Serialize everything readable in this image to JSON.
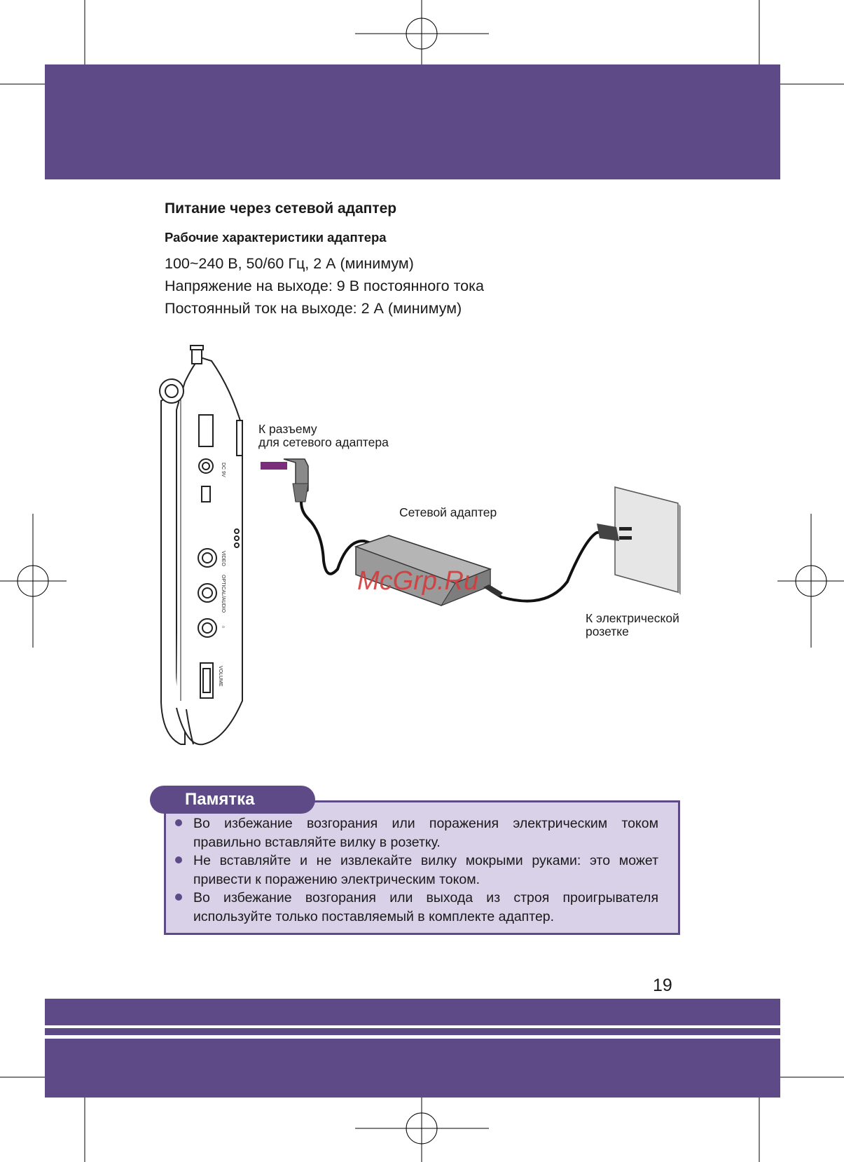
{
  "header_band_color": "#5e4a87",
  "section": {
    "title": "Питание через сетевой адаптер",
    "subtitle": "Рабочие характеристики адаптера",
    "specs": [
      "100~240 В, 50/60 Гц, 2 А (минимум)",
      "Напряжение на выходе: 9 В постоянного тока",
      "Постоянный ток на выходе: 2 А (минимум)"
    ]
  },
  "diagram": {
    "label_connector_line1": "К разъему",
    "label_connector_line2": "для сетевого адаптера",
    "label_adapter": "Сетевой адаптер",
    "label_outlet_line1": "К электрической",
    "label_outlet_line2": "розетке",
    "device_labels": {
      "dc_in": "DC 9V",
      "video": "VIDEO",
      "optical_audio": "OPTICAL/AUDIO",
      "headphones": "∩",
      "volume": "VOLUME"
    },
    "watermark": "McGrp.Ru"
  },
  "note": {
    "title": "Памятка",
    "items": [
      "Во избежание возгорания или поражения электрическим током правильно вставляйте вилку в розетку.",
      "Не вставляйте и не извлекайте вилку мокрыми руками: это может привести к поражению электрическим током.",
      "Во избежание возгорания или выхода из строя проигрывателя используйте только поставляемый в комплекте адаптер."
    ]
  },
  "page_number": "19"
}
